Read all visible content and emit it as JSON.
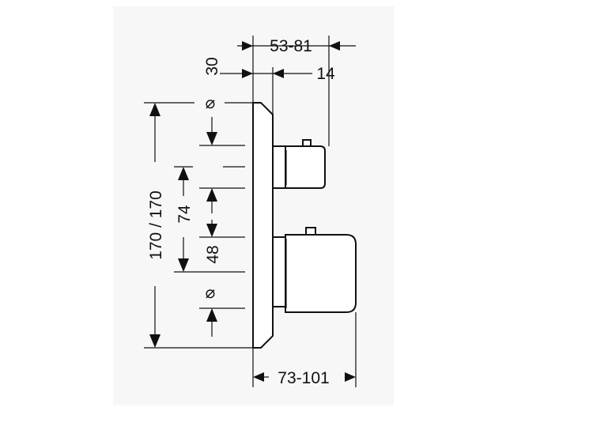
{
  "dimensions": {
    "top_width": "53-81",
    "top_offset": "30",
    "top_small": "14",
    "diameter_symbol": "⌀",
    "overall_height": "170 / 170",
    "center_spacing": "74",
    "lower_offset": "48",
    "bottom_width": "73-101"
  },
  "colors": {
    "line": "#111111",
    "panel": "#f7f7f7",
    "background": "#ffffff"
  }
}
